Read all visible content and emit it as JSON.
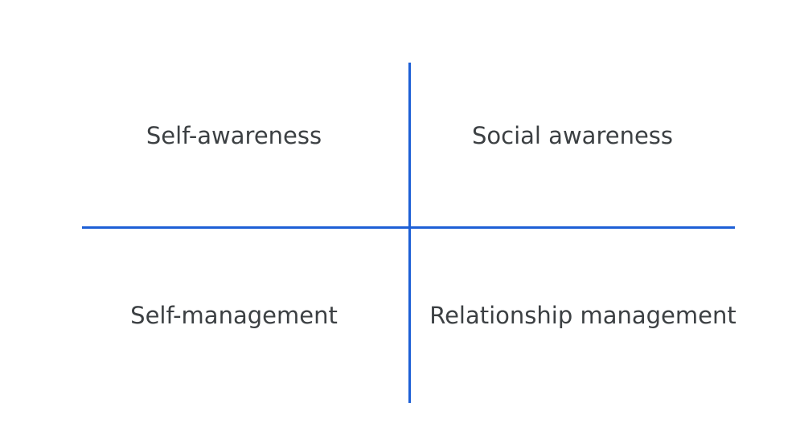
{
  "quadrants": {
    "top_left": "Self-awareness",
    "top_right": "Social awareness",
    "bottom_left": "Self-management",
    "bottom_right": "Relationship management"
  },
  "colors": {
    "axis": "#1d5fd6",
    "text": "#3c4043"
  }
}
